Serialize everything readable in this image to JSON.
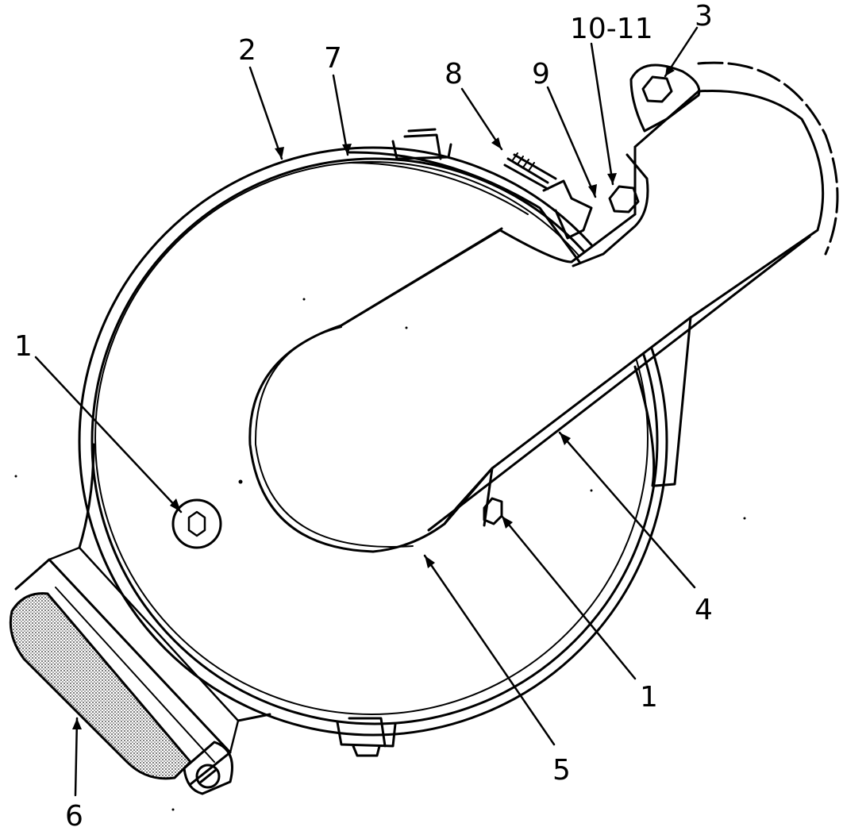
{
  "colors": {
    "ink": "#000000",
    "paper": "#ffffff",
    "stipple": "#555555"
  },
  "callouts": [
    {
      "id": "c1a",
      "label": "1"
    },
    {
      "id": "c2",
      "label": "2"
    },
    {
      "id": "c7",
      "label": "7"
    },
    {
      "id": "c8",
      "label": "8"
    },
    {
      "id": "c9",
      "label": "9"
    },
    {
      "id": "c1011",
      "label": "10-11"
    },
    {
      "id": "c3",
      "label": "3"
    },
    {
      "id": "c4",
      "label": "4"
    },
    {
      "id": "c1b",
      "label": "1"
    },
    {
      "id": "c5",
      "label": "5"
    },
    {
      "id": "c6",
      "label": "6"
    }
  ]
}
